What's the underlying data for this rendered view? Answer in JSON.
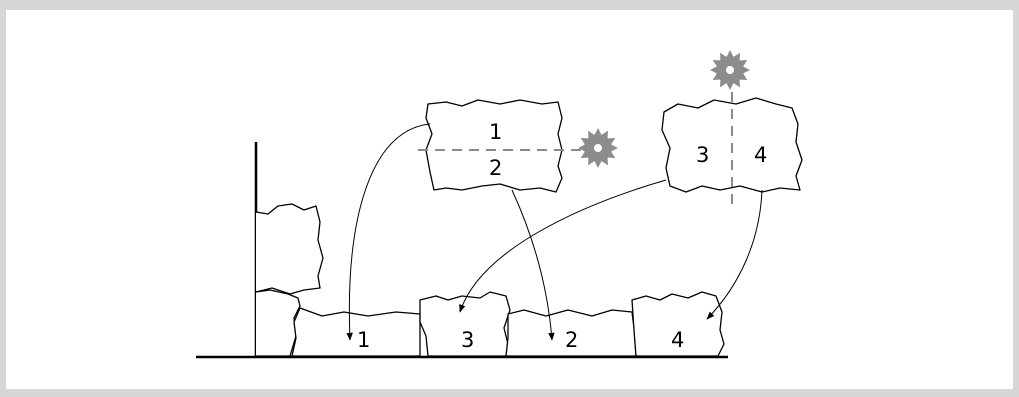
{
  "diagram": {
    "stones_source": [
      {
        "id": "stone-a",
        "labels": [
          "1",
          "2"
        ]
      },
      {
        "id": "stone-b",
        "labels": [
          "3",
          "4"
        ]
      }
    ],
    "stones_wall": [
      "1",
      "3",
      "2",
      "4"
    ],
    "icons": [
      "saw-blade-icon",
      "saw-blade-icon"
    ],
    "colors": {
      "cut_line": "#8a8a8a",
      "blade": "#8c8c8c",
      "stroke": "#000000",
      "frame": "#d6d6d6"
    }
  }
}
